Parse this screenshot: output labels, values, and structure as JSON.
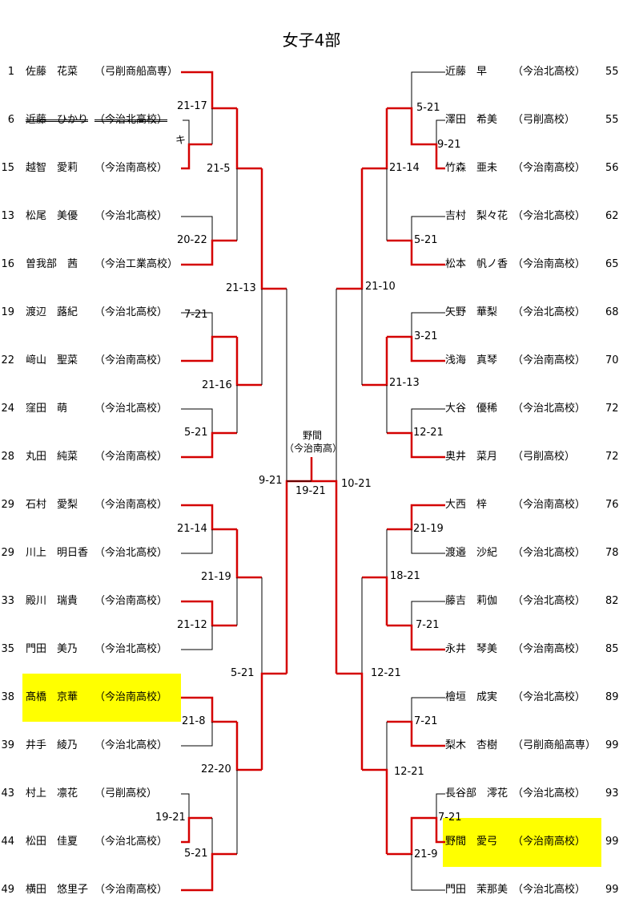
{
  "title": "女子4部",
  "colors": {
    "win_line": "#d40000",
    "lose_line": "#000000",
    "highlight": "#ffff00"
  },
  "left": [
    {
      "seed": "1",
      "name": "佐藤　花菜",
      "school": "（弓削商船高専）"
    },
    {
      "seed": "6",
      "name": "近藤　ひかり",
      "school": "（今治北高校）",
      "withdrawn": true
    },
    {
      "seed": "15",
      "name": "越智　愛莉",
      "school": "（今治南高校）"
    },
    {
      "seed": "13",
      "name": "松尾　美優",
      "school": "（今治北高校）"
    },
    {
      "seed": "16",
      "name": "曽我部　茜",
      "school": "（今治工業高校）"
    },
    {
      "seed": "19",
      "name": "渡辺　蕗紀",
      "school": "（今治北高校）"
    },
    {
      "seed": "22",
      "name": "﨑山　聖菜",
      "school": "（今治南高校）"
    },
    {
      "seed": "24",
      "name": "窪田　萌",
      "school": "（今治北高校）"
    },
    {
      "seed": "28",
      "name": "丸田　純菜",
      "school": "（今治南高校）"
    },
    {
      "seed": "29",
      "name": "石村　愛梨",
      "school": "（今治南高校）"
    },
    {
      "seed": "29",
      "name": "川上　明日香",
      "school": "（今治北高校）"
    },
    {
      "seed": "33",
      "name": "殿川　瑞貴",
      "school": "（今治南高校）"
    },
    {
      "seed": "35",
      "name": "門田　美乃",
      "school": "（今治北高校）"
    },
    {
      "seed": "38",
      "name": "髙橋　京華",
      "school": "（今治南高校）",
      "highlight": true
    },
    {
      "seed": "39",
      "name": "井手　綾乃",
      "school": "（今治北高校）"
    },
    {
      "seed": "43",
      "name": "村上　凛花",
      "school": "（弓削高校）"
    },
    {
      "seed": "44",
      "name": "松田　佳夏",
      "school": "（今治北高校）"
    },
    {
      "seed": "49",
      "name": "横田　悠里子",
      "school": "（今治南高校）"
    }
  ],
  "right": [
    {
      "seed": "55",
      "name": "近藤　早",
      "school": "（今治北高校）"
    },
    {
      "seed": "55",
      "name": "澤田　希美",
      "school": "（弓削高校）"
    },
    {
      "seed": "56",
      "name": "竹森　亜未",
      "school": "（今治南高校）"
    },
    {
      "seed": "62",
      "name": "吉村　梨々花",
      "school": "（今治北高校）"
    },
    {
      "seed": "65",
      "name": "松本　帆ノ香",
      "school": "（今治南高校）"
    },
    {
      "seed": "68",
      "name": "矢野　華梨",
      "school": "（今治北高校）"
    },
    {
      "seed": "70",
      "name": "浅海　真琴",
      "school": "（今治南高校）"
    },
    {
      "seed": "72",
      "name": "大谷　優稀",
      "school": "（今治北高校）"
    },
    {
      "seed": "72",
      "name": "奥井　菜月",
      "school": "（弓削高校）"
    },
    {
      "seed": "76",
      "name": "大西　梓",
      "school": "（今治南高校）"
    },
    {
      "seed": "78",
      "name": "渡邉　沙紀",
      "school": "（今治北高校）"
    },
    {
      "seed": "82",
      "name": "藤吉　莉伽",
      "school": "（今治北高校）"
    },
    {
      "seed": "85",
      "name": "永井　琴美",
      "school": "（今治南高校）"
    },
    {
      "seed": "89",
      "name": "檜垣　成実",
      "school": "（今治北高校）"
    },
    {
      "seed": "99",
      "name": "梨木　杏樹",
      "school": "（弓削商船高専）"
    },
    {
      "seed": "93",
      "name": "長谷部　澪花",
      "school": "（今治北高校）"
    },
    {
      "seed": "99",
      "name": "野間　愛弓",
      "school": "（今治南高校）",
      "highlight": true
    },
    {
      "seed": "99",
      "name": "門田　茉那美",
      "school": "（今治北高校）"
    }
  ],
  "scores": {
    "l_pre": "キ",
    "l_r1a": "21-17",
    "l_r1b": "20-22",
    "l_r1c": "7-21",
    "l_r1d": "5-21",
    "l_r1e": "21-14",
    "l_r1f": "21-12",
    "l_r1g": "21-8",
    "l_r1h_pre": "19-21",
    "l_r1h": "5-21",
    "l_r2a": "21-5",
    "l_r2b": "21-16",
    "l_r2c": "21-19",
    "l_r2d": "22-20",
    "l_r3a": "21-13",
    "l_r3b": "5-21",
    "l_sf": "9-21",
    "r_pre_a": "9-21",
    "r_pre_b": "7-21",
    "r_r1a": "5-21",
    "r_r1b": "5-21",
    "r_r1c": "3-21",
    "r_r1d": "12-21",
    "r_r1e": "21-19",
    "r_r1f": "7-21",
    "r_r1g": "7-21",
    "r_r1h": "21-9",
    "r_r2a": "21-14",
    "r_r2b": "21-13",
    "r_r2c": "18-21",
    "r_r2d": "12-21",
    "r_r3a": "21-10",
    "r_r3b": "12-21",
    "r_sf": "10-21",
    "final": "19-21"
  },
  "champion": {
    "name": "野間",
    "school": "（今治南高）"
  }
}
